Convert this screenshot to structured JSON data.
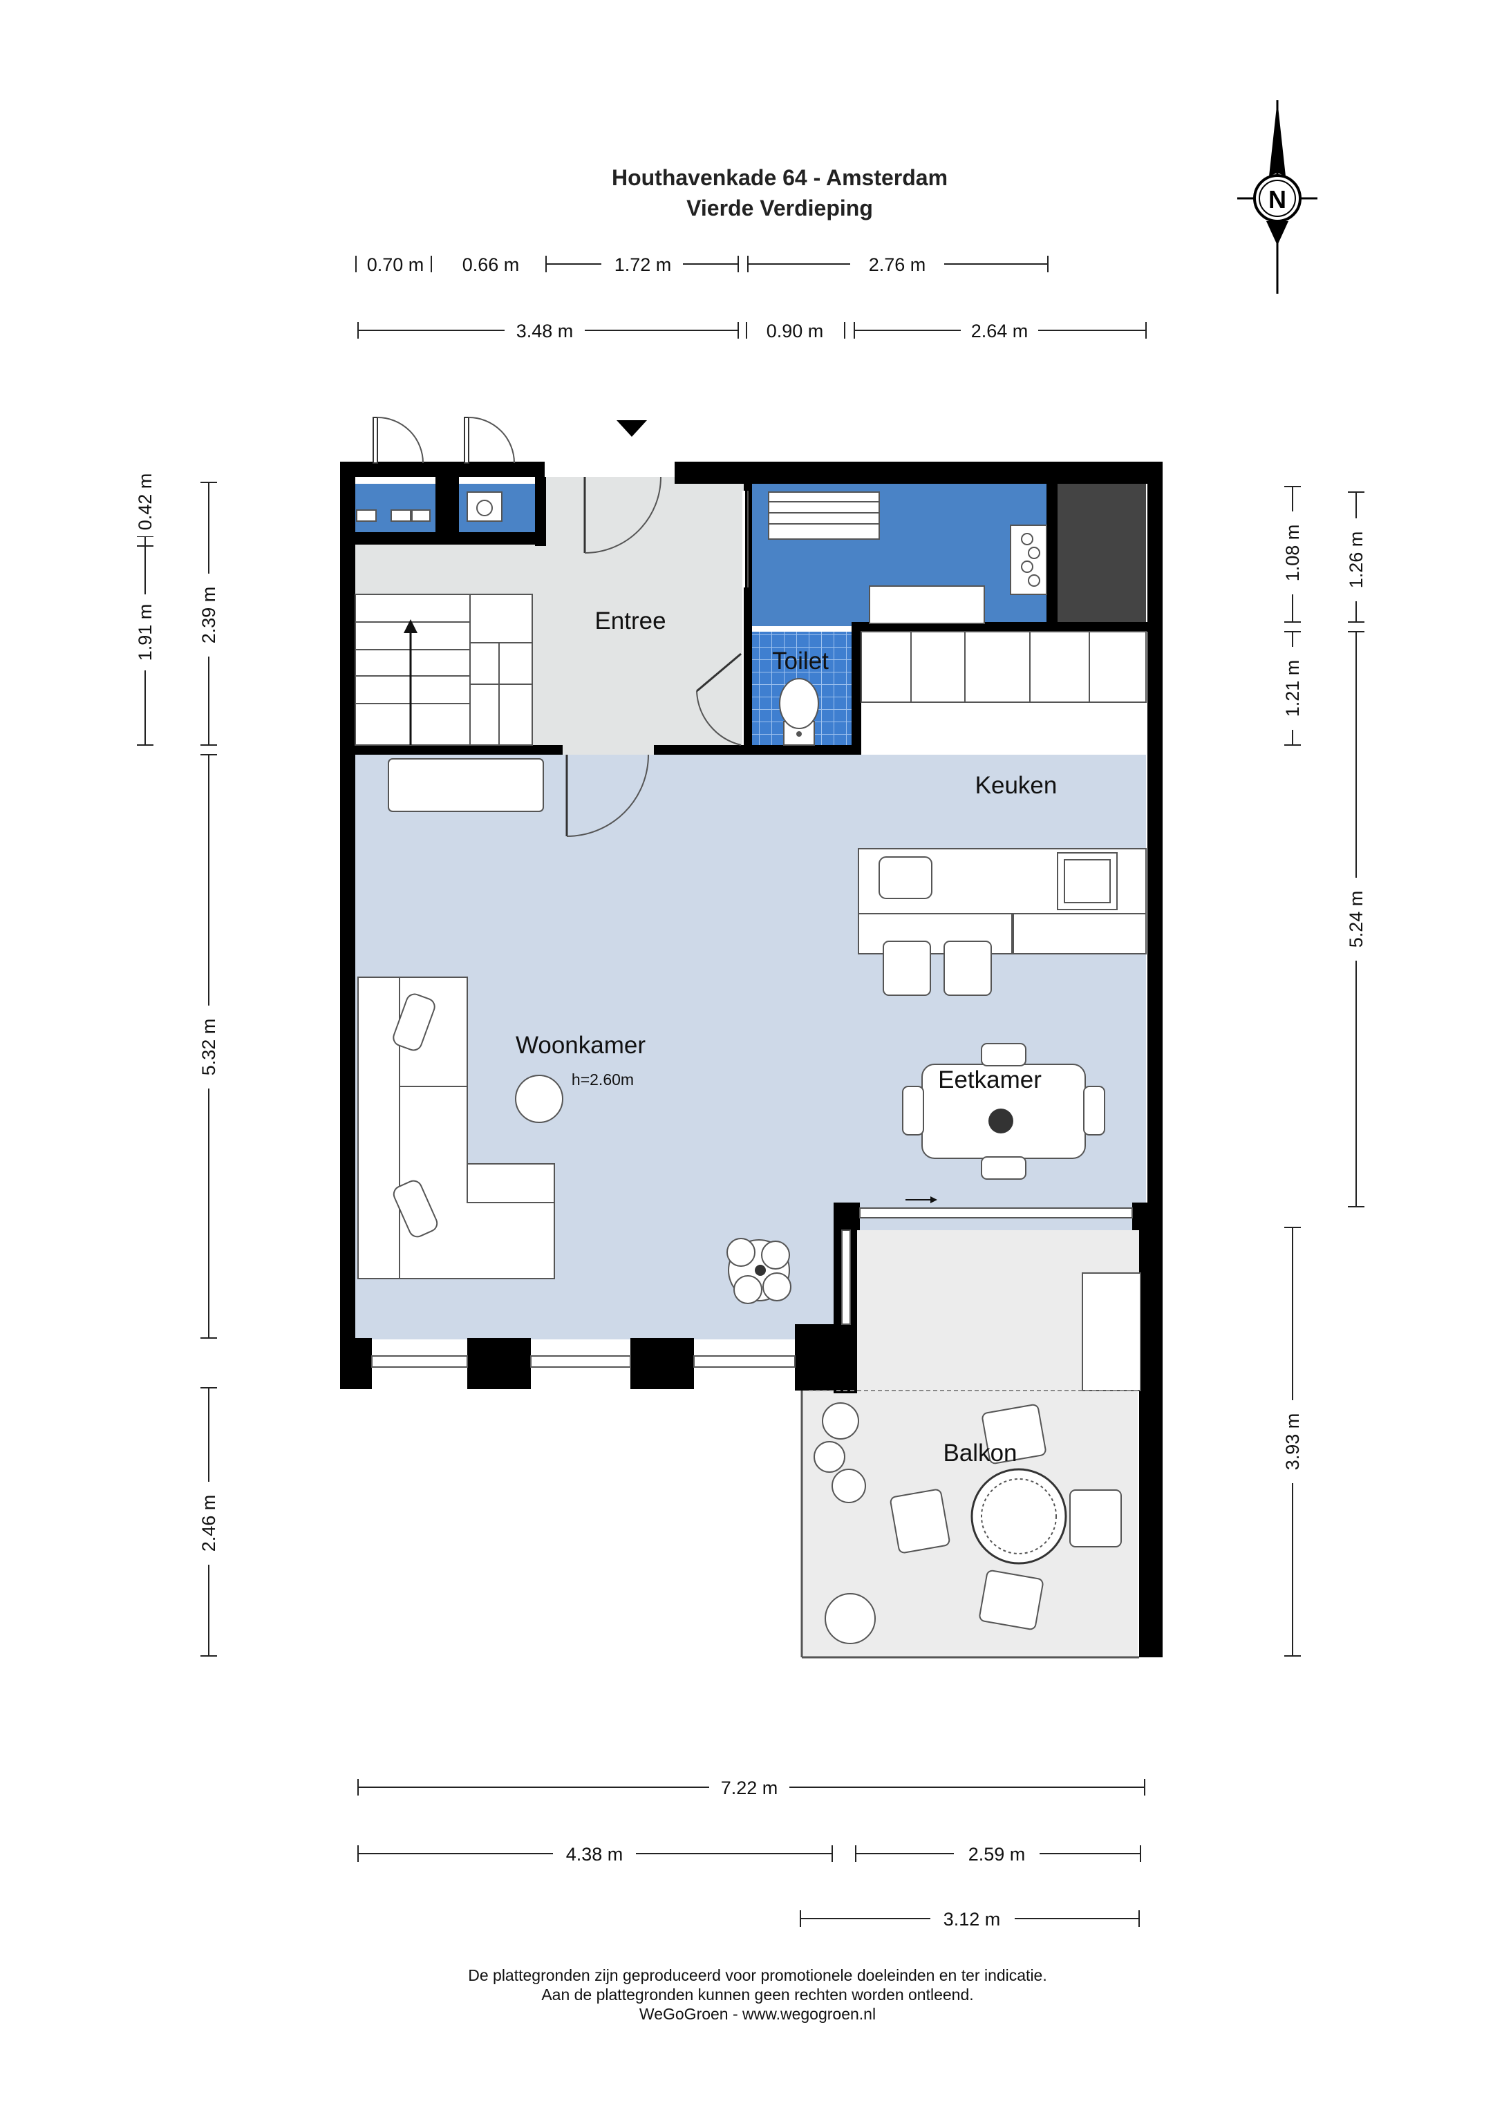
{
  "header": {
    "title": "Houthavenkade 64 - Amsterdam",
    "subtitle": "Vierde Verdieping"
  },
  "compass": {
    "label": "N"
  },
  "dimensions": {
    "top_row1": [
      "0.70 m",
      "0.66 m",
      "1.72 m",
      "2.76 m"
    ],
    "top_row2": [
      "3.48 m",
      "0.90 m",
      "2.64 m"
    ],
    "left_outer": [
      "0.42 m",
      "1.91 m"
    ],
    "left_inner": [
      "2.39 m",
      "5.32 m",
      "2.46 m"
    ],
    "right_inner": [
      "1.08 m",
      "1.21 m",
      "3.93 m"
    ],
    "right_outer": [
      "1.26 m",
      "5.24 m"
    ],
    "bottom_total": "7.22 m",
    "bottom_row2": [
      "4.38 m",
      "2.59 m"
    ],
    "bottom_row3": "3.12 m"
  },
  "rooms": {
    "entree": "Entree",
    "toilet": "Toilet",
    "keuken": "Keuken",
    "woonkamer": "Woonkamer",
    "ceiling_height": "h=2.60m",
    "eetkamer": "Eetkamer",
    "balkon": "Balkon"
  },
  "colors": {
    "wall": "#000000",
    "living_floor": "#ced9e8",
    "entrance_floor": "#e2e4e4",
    "bathroom_blue": "#4a83c6",
    "tile_blue": "#3f7fd0",
    "balcony_floor": "#ececec",
    "cabinet_dark": "#444444"
  },
  "footer": {
    "line1": "De plattegronden zijn geproduceerd voor promotionele doeleinden en ter indicatie.",
    "line2": "Aan de plattegronden kunnen geen rechten worden ontleend.",
    "line3": "WeGoGroen -  www.wegogroen.nl"
  }
}
